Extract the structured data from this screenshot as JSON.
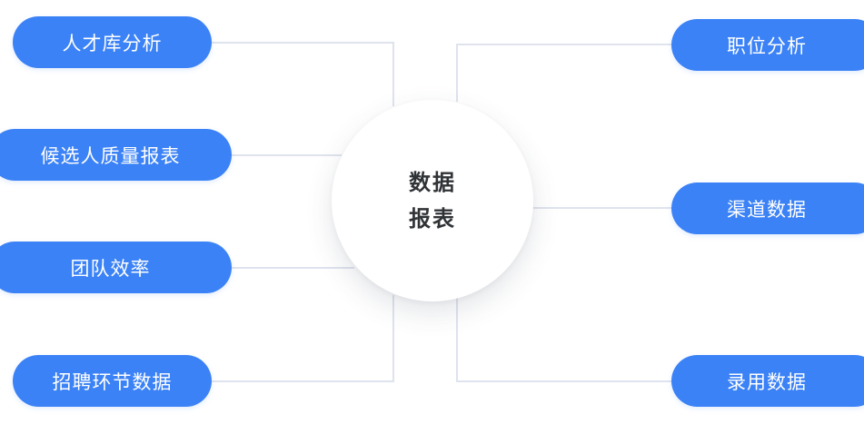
{
  "hub": {
    "line1": "数据",
    "line2": "报表"
  },
  "left_nodes": [
    "人才库分析",
    "候选人质量报表",
    "团队效率",
    "招聘环节数据"
  ],
  "right_nodes": [
    "职位分析",
    "渠道数据",
    "录用数据"
  ],
  "colors": {
    "pill": "#3b82f6",
    "connector": "#dfe3ee",
    "hub_text": "#303336"
  }
}
